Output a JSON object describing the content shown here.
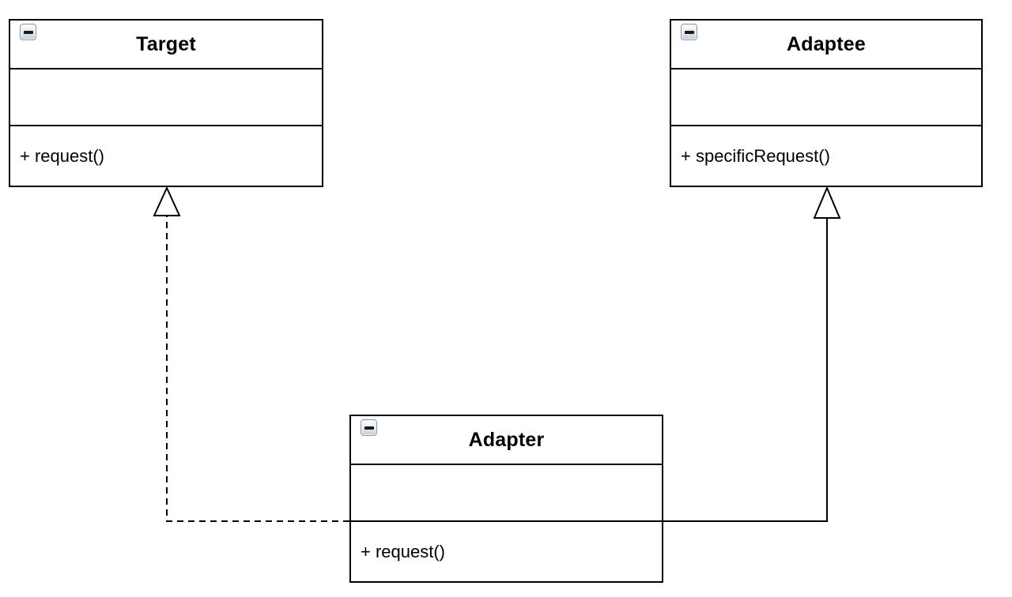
{
  "diagram": {
    "kind": "uml-class-diagram",
    "pattern_name": "Adapter",
    "background_color": "#ffffff",
    "line_color": "#000000",
    "shape_fill_color": "#ffffff",
    "collapse_icon": "minus-icon"
  },
  "classes": [
    {
      "name": "Target",
      "attributes": [],
      "methods": [
        "+ request()"
      ]
    },
    {
      "name": "Adaptee",
      "attributes": [],
      "methods": [
        "+ specificRequest()"
      ]
    },
    {
      "name": "Adapter",
      "attributes": [],
      "methods": [
        "+ request()"
      ]
    }
  ],
  "relationships": [
    {
      "from": "Adapter",
      "to": "Target",
      "line_style": "dashed",
      "arrowhead": "hollow-triangle",
      "type": "realization"
    },
    {
      "from": "Adapter",
      "to": "Adaptee",
      "line_style": "solid",
      "arrowhead": "hollow-triangle",
      "type": "generalization"
    }
  ]
}
